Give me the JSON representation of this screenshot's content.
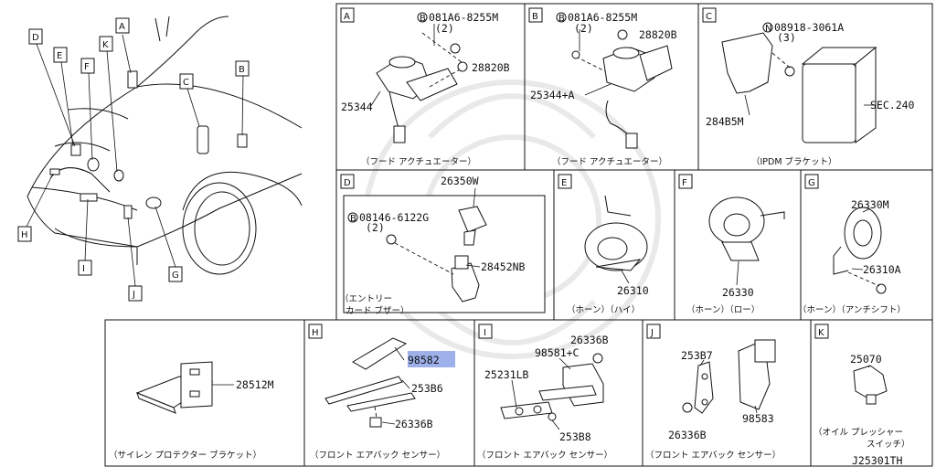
{
  "overview": {
    "callouts": [
      "A",
      "B",
      "C",
      "D",
      "E",
      "F",
      "G",
      "H",
      "I",
      "J",
      "K"
    ]
  },
  "panels": {
    "A": {
      "letter": "A",
      "bolt": "081A6-8255M",
      "qty": "(2)",
      "nut": "28820B",
      "part": "25344",
      "caption": "（フード アクチュエーター）"
    },
    "B": {
      "letter": "B",
      "bolt": "081A6-8255M",
      "qty": "(2)",
      "nut": "28820B",
      "part": "25344+A",
      "caption": "（フード アクチュエーター）"
    },
    "C": {
      "letter": "C",
      "nut": "08918-3061A",
      "qty": "(3)",
      "part": "284B5M",
      "sec": "SEC.240",
      "caption": "（IPDM ブラケット）"
    },
    "D": {
      "letter": "D",
      "part_top": "26350W",
      "bolt": "08146-6122G",
      "qty": "(2)",
      "part": "28452NB",
      "caption1": "（エントリー",
      "caption2": "カード ブザー）"
    },
    "E": {
      "letter": "E",
      "part": "26310",
      "caption": "（ホーン）（ハイ）"
    },
    "F": {
      "letter": "F",
      "part": "26330",
      "caption": "（ホーン）（ロー）"
    },
    "G": {
      "letter": "G",
      "part": "26330M",
      "part2": "26310A",
      "caption": "（ホーン）（アンチシフト）"
    },
    "blank": {
      "part": "28512M",
      "caption": "（サイレン プロテクター ブラケット）"
    },
    "H": {
      "letter": "H",
      "part": "98582",
      "part2": "253B6",
      "part3": "26336B",
      "caption": "（フロント エアバック センサー）"
    },
    "I": {
      "letter": "I",
      "part": "26336B",
      "part2": "98581+C",
      "part3": "25231LB",
      "part4": "253B8",
      "caption": "（フロント エアバック センサー）"
    },
    "J": {
      "letter": "J",
      "part": "253B7",
      "part2": "26336B",
      "part3": "98583",
      "caption": "（フロント エアバック センサー）"
    },
    "K": {
      "letter": "K",
      "part": "25070",
      "caption1": "（オイル プレッシャー",
      "caption2": "スイッチ）"
    }
  },
  "diagram_id": "J25301TH",
  "highlight_color": "#4d6fd8"
}
